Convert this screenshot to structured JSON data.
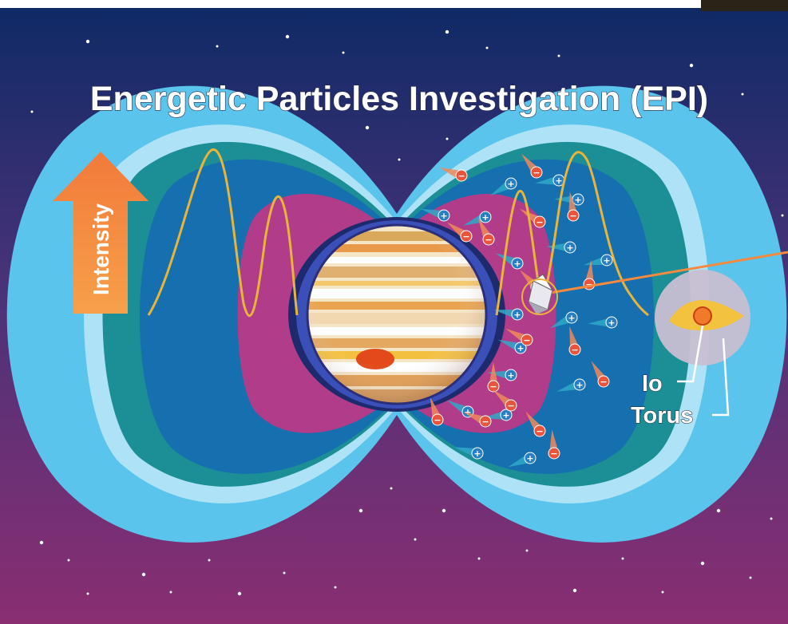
{
  "diagram": {
    "title": "Energetic Particles Investigation (EPI)",
    "axis_arrow_label": "Intensity",
    "labels": {
      "io": "Io",
      "torus": "Torus"
    },
    "icons": [
      "up-arrow-icon",
      "planet-jupiter-icon",
      "spacecraft-icon",
      "moon-io-icon",
      "positive-ion-icon",
      "electron-icon"
    ],
    "colors": {
      "sky_top": "#0f2a66",
      "sky_mid": "#4a3278",
      "sky_bottom": "#8a2e72",
      "outer_lobe": "#5bc4ec",
      "lobe_band_light": "#aee3f7",
      "teal_band": "#1c8f96",
      "inner_blue": "#166fae",
      "magenta_shell": "#b03c8a",
      "intensity_curve": "#e8b43a",
      "arrow": "#f48a40",
      "proton": "#2fa9c9",
      "electron": "#e8543c",
      "io_moon": "#f07a2a",
      "torus": "#f3c23e"
    }
  }
}
